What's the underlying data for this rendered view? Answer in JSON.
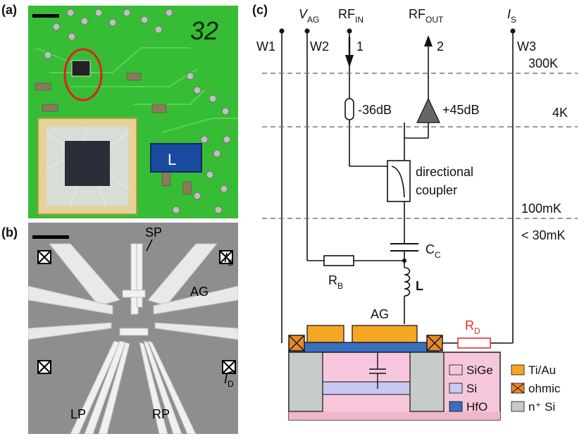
{
  "panels": {
    "a": "(a)",
    "b": "(b)",
    "c": "(c)"
  },
  "photo": {
    "board_number": "32",
    "chip_label": "L"
  },
  "sem": {
    "labels": {
      "sp": "SP",
      "is_main": "I",
      "is_sub": "S",
      "ag": "AG",
      "id_main": "I",
      "id_sub": "D",
      "lp": "LP",
      "rp": "RP"
    }
  },
  "circuit": {
    "terminals": {
      "w1": "W1",
      "w2": "W2",
      "w3": "W3",
      "vag_main": "V",
      "vag_sub": "AG",
      "rfin_main": "RF",
      "rfin_sub": "IN",
      "rfout_main": "RF",
      "rfout_sub": "OUT",
      "is_main": "I",
      "is_sub": "S",
      "port1": "1",
      "port2": "2"
    },
    "temperatures": [
      "300K",
      "4K",
      "100mK",
      "< 30mK"
    ],
    "attenuator": "-36dB",
    "amplifier": "+45dB",
    "coupler": [
      "directional",
      "coupler"
    ],
    "cc_main": "C",
    "cc_sub": "C",
    "rb_main": "R",
    "rb_sub": "B",
    "inductor": "L",
    "ag": "AG",
    "rd_main": "R",
    "rd_sub": "D"
  },
  "legend": [
    {
      "label": "SiGe",
      "color": "#f6c7dc"
    },
    {
      "label": "Ti/Au",
      "color": "#f5a623"
    },
    {
      "label": "Si",
      "color": "#c9c8f0"
    },
    {
      "label": "ohmic",
      "color": "#e8892a"
    },
    {
      "label": "HfO",
      "color": "#3a6fc0"
    },
    {
      "label": "n⁺ Si",
      "color": "#c8ccc8"
    }
  ]
}
